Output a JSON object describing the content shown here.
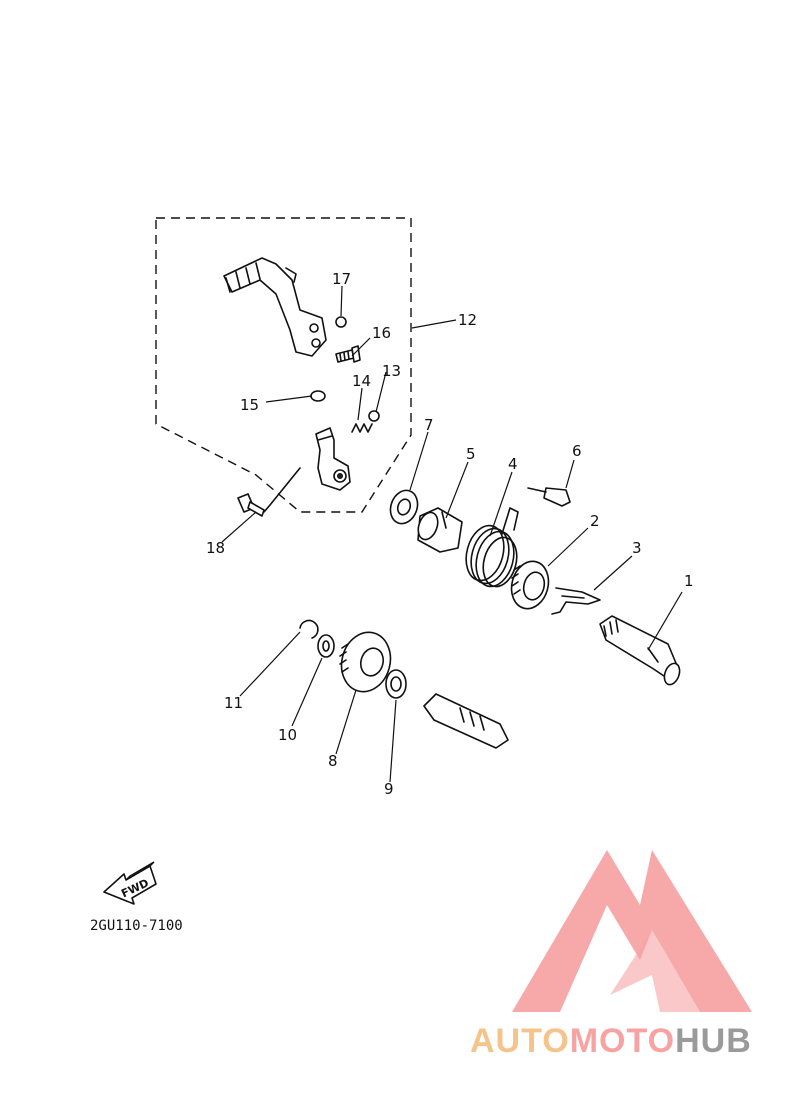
{
  "diagram": {
    "code": "2GU110-7100",
    "fwd_label": "FWD",
    "callouts": [
      {
        "id": "c1",
        "text": "1"
      },
      {
        "id": "c2",
        "text": "2"
      },
      {
        "id": "c3",
        "text": "3"
      },
      {
        "id": "c4",
        "text": "4"
      },
      {
        "id": "c5",
        "text": "5"
      },
      {
        "id": "c6",
        "text": "6"
      },
      {
        "id": "c7",
        "text": "7"
      },
      {
        "id": "c8",
        "text": "8"
      },
      {
        "id": "c9",
        "text": "9"
      },
      {
        "id": "c10",
        "text": "10"
      },
      {
        "id": "c11",
        "text": "11"
      },
      {
        "id": "c12",
        "text": "12"
      },
      {
        "id": "c13",
        "text": "13"
      },
      {
        "id": "c14",
        "text": "14"
      },
      {
        "id": "c15",
        "text": "15"
      },
      {
        "id": "c16",
        "text": "16"
      },
      {
        "id": "c17",
        "text": "17"
      },
      {
        "id": "c18",
        "text": "18"
      }
    ]
  },
  "watermark": {
    "word_part1": "AUTO",
    "word_part2": "MOTO",
    "word_part3": "HUB",
    "color_auto": "#f5c48a",
    "color_moto": "#f7a3a3",
    "color_hub": "#9a9a9a",
    "logo_color": "#f7a3a3"
  }
}
